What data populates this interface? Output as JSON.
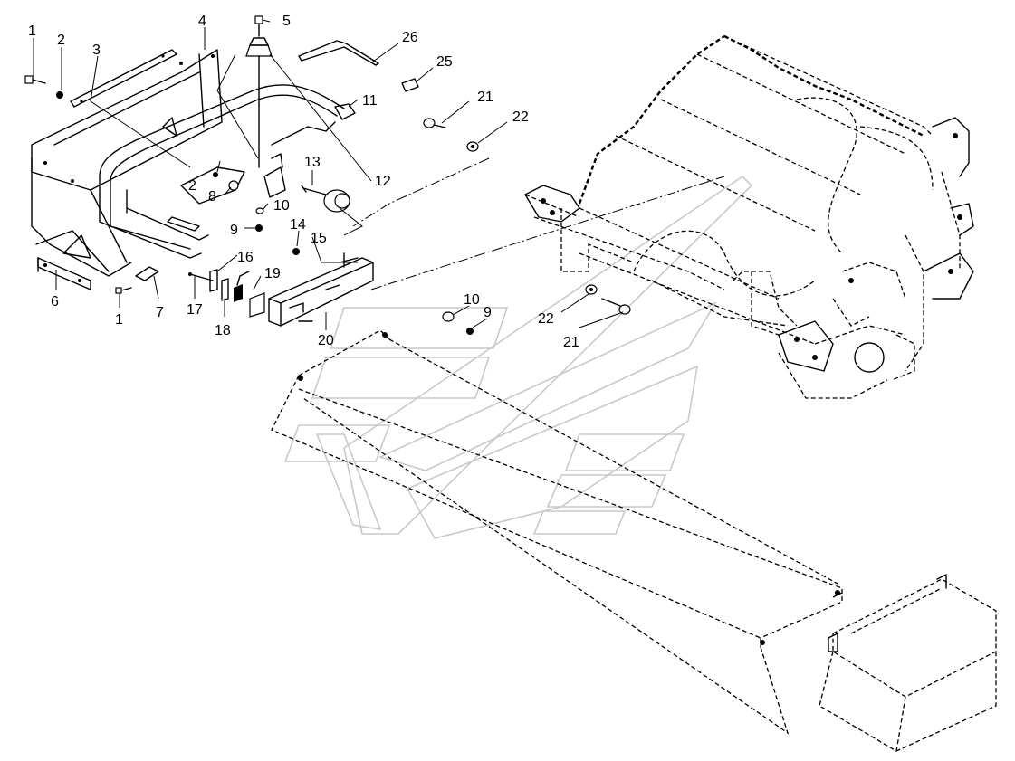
{
  "callouts": [
    {
      "id": "c1a",
      "text": "1"
    },
    {
      "id": "c2a",
      "text": "2"
    },
    {
      "id": "c3",
      "text": "3"
    },
    {
      "id": "c4",
      "text": "4"
    },
    {
      "id": "c5",
      "text": "5"
    },
    {
      "id": "c26",
      "text": "26"
    },
    {
      "id": "c25",
      "text": "25"
    },
    {
      "id": "c21a",
      "text": "21"
    },
    {
      "id": "c22a",
      "text": "22"
    },
    {
      "id": "c11",
      "text": "11"
    },
    {
      "id": "c12",
      "text": "12"
    },
    {
      "id": "c13",
      "text": "13"
    },
    {
      "id": "c2b",
      "text": "2"
    },
    {
      "id": "c8",
      "text": "8"
    },
    {
      "id": "c10a",
      "text": "10"
    },
    {
      "id": "c9a",
      "text": "9"
    },
    {
      "id": "c14",
      "text": "14"
    },
    {
      "id": "c15",
      "text": "15"
    },
    {
      "id": "c16",
      "text": "16"
    },
    {
      "id": "c19",
      "text": "19"
    },
    {
      "id": "c6",
      "text": "6"
    },
    {
      "id": "c1b",
      "text": "1"
    },
    {
      "id": "c7",
      "text": "7"
    },
    {
      "id": "c17",
      "text": "17"
    },
    {
      "id": "c18",
      "text": "18"
    },
    {
      "id": "c20",
      "text": "20"
    },
    {
      "id": "c10b",
      "text": "10"
    },
    {
      "id": "c9b",
      "text": "9"
    },
    {
      "id": "c22b",
      "text": "22"
    },
    {
      "id": "c21b",
      "text": "21"
    }
  ]
}
